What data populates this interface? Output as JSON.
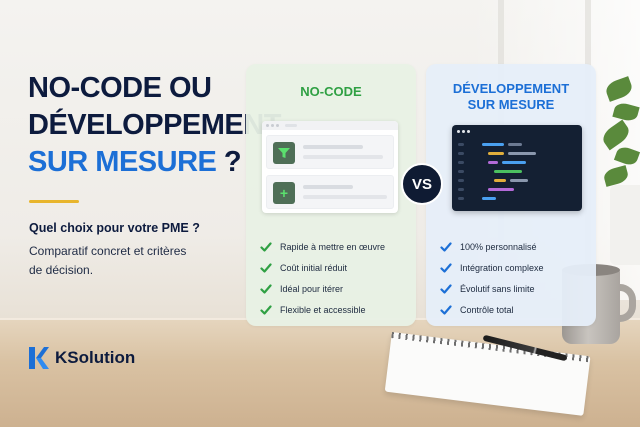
{
  "title": {
    "line1": "NO-CODE OU",
    "line2": "DÉVELOPPEMENT",
    "line3_accent": "SUR MESURE",
    "line3_suffix": " ?"
  },
  "question": "Quel choix pour votre PME ?",
  "subtitle_line1": "Comparatif concret et critères",
  "subtitle_line2": "de décision.",
  "brand": {
    "name": "KSolution",
    "color": "#1c6fd6"
  },
  "vs_label": "VS",
  "nocode": {
    "title": "NO-CODE",
    "color": "#2fa043",
    "features": [
      "Rapide à mettre en œuvre",
      "Coût initial réduit",
      "Idéal pour itérer",
      "Flexible et accessible"
    ]
  },
  "custom": {
    "title_line1": "DÉVELOPPEMENT",
    "title_line2": "SUR MESURE",
    "color": "#1c6fd6",
    "features": [
      "100% personnalisé",
      "Intégration complexe",
      "Évolutif sans limite",
      "Contrôle total"
    ]
  },
  "icons": [
    "funnel-icon",
    "plus-icon",
    "check-icon",
    "k-logo-icon"
  ]
}
